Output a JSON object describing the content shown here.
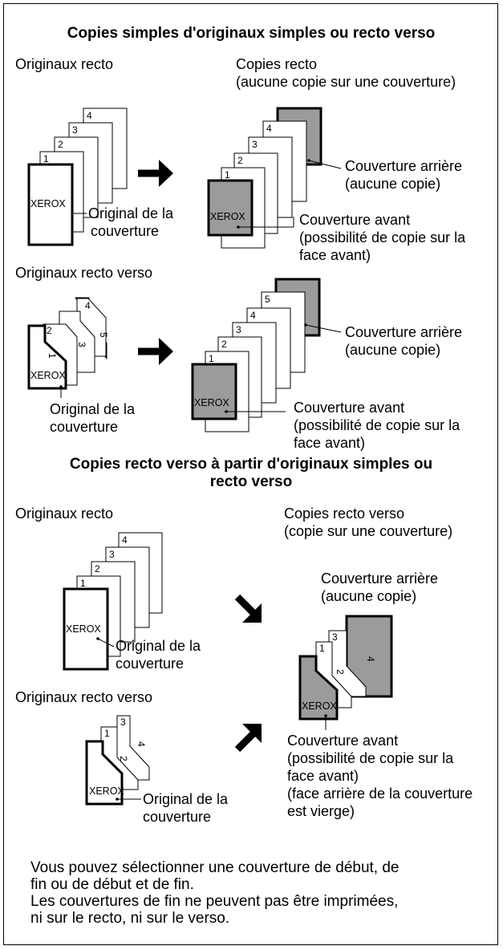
{
  "section1": {
    "heading": "Copies simples d'originaux simples ou recto verso",
    "originals_simplex": "Originaux recto",
    "copies_simplex_line1": "Copies recto",
    "copies_simplex_line2": "(aucune copie sur une couverture)",
    "originals_duplex": "Originaux recto verso",
    "cover_original_line1": "Original de la",
    "cover_original_line2": "couverture",
    "back_cover_line1": "Couverture arrière",
    "back_cover_line2": "(aucune copie)",
    "front_cover_line1": "Couverture avant",
    "front_cover_line2": "(possibilité de copie sur la",
    "front_cover_line3": "face avant)"
  },
  "section2": {
    "heading_line1": "Copies recto verso à partir d'originaux simples ou",
    "heading_line2": "recto verso",
    "originals_simplex": "Originaux recto",
    "copies_duplex_line1": "Copies recto verso",
    "copies_duplex_line2": "(copie sur une couverture)",
    "back_cover_line1": "Couverture arrière",
    "back_cover_line2": "(aucune copie)",
    "originals_duplex": "Originaux recto verso",
    "cover_original_line1": "Original de la",
    "cover_original_line2": "couverture",
    "front_cover_line1": "Couverture avant",
    "front_cover_line2": "(possibilité de copie sur la",
    "front_cover_line3": "face avant)",
    "front_cover_line4": "(face arrière de la couverture",
    "front_cover_line5": "est vierge)"
  },
  "labels": {
    "xerox": "XEROX",
    "n1": "1",
    "n2": "2",
    "n3": "3",
    "n4": "4",
    "n5": "5"
  },
  "footer": {
    "line1": "Vous pouvez sélectionner une couverture de début, de",
    "line2": "fin ou de début et de fin.",
    "line3": "Les couvertures de fin ne peuvent pas être imprimées,",
    "line4": "ni sur le recto, ni sur le verso."
  },
  "colors": {
    "cover_gray": "#9b9b9b",
    "ink": "#000000"
  }
}
